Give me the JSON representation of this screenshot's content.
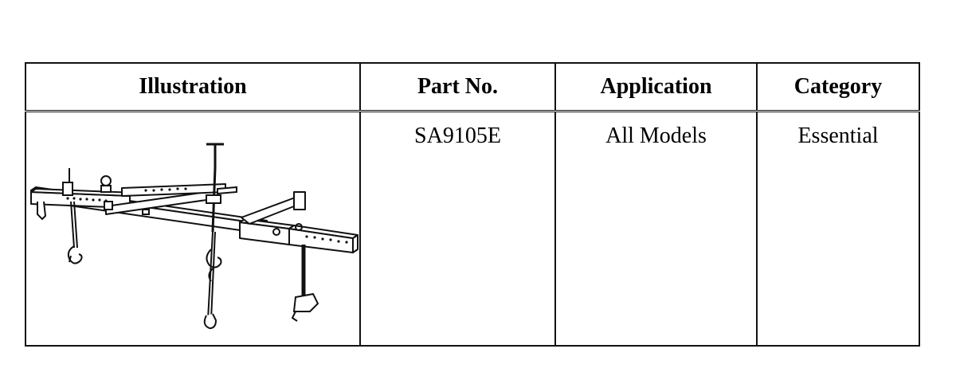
{
  "table": {
    "headers": {
      "illustration": "Illustration",
      "part_no": "Part No.",
      "application": "Application",
      "category": "Category"
    },
    "rows": [
      {
        "illustration_icon": "engine-support-bar-icon",
        "part_no": "SA9105E",
        "application": "All Models",
        "category": "Essential"
      }
    ]
  }
}
